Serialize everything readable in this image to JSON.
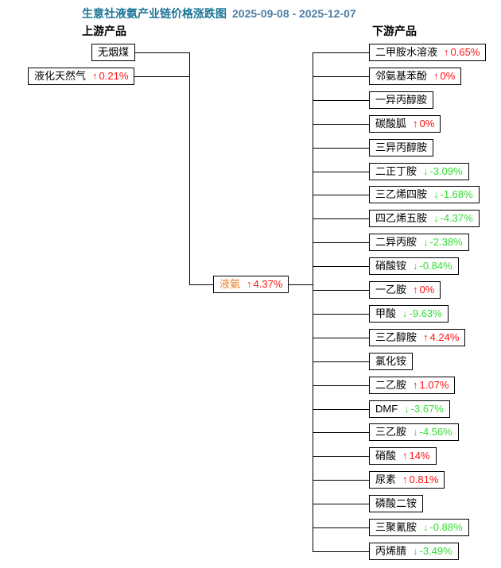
{
  "title": {
    "text": "生意社液氨产业链价格涨跌图",
    "dates": "2025-09-08 - 2025-12-07"
  },
  "headers": {
    "upstream": "上游产品",
    "downstream": "下游产品"
  },
  "colors": {
    "up": "#FF1111",
    "down": "#32DC32",
    "title": "#1E7596",
    "date": "#4E7FA6",
    "center_name": "#F08030"
  },
  "icons": {
    "up_arrow": "↑",
    "down_arrow": "↓"
  },
  "upstream": [
    {
      "name": "无烟煤",
      "dir": "none",
      "pct": ""
    },
    {
      "name": "液化天然气",
      "dir": "up",
      "pct": "0.21%"
    }
  ],
  "center": {
    "name": "液氨",
    "dir": "up",
    "pct": "4.37%"
  },
  "downstream": [
    {
      "name": "二甲胺水溶液",
      "dir": "up",
      "pct": "0.65%"
    },
    {
      "name": "邻氨基苯酚",
      "dir": "up",
      "pct": "0%"
    },
    {
      "name": "一异丙醇胺",
      "dir": "none",
      "pct": ""
    },
    {
      "name": "碳酸胍",
      "dir": "up",
      "pct": "0%"
    },
    {
      "name": "三异丙醇胺",
      "dir": "none",
      "pct": ""
    },
    {
      "name": "二正丁胺",
      "dir": "down",
      "pct": "-3.09%"
    },
    {
      "name": "三乙烯四胺",
      "dir": "down",
      "pct": "-1.68%"
    },
    {
      "name": "四乙烯五胺",
      "dir": "down",
      "pct": "-4.37%"
    },
    {
      "name": "二异丙胺",
      "dir": "down",
      "pct": "-2.38%"
    },
    {
      "name": "硝酸铵",
      "dir": "down",
      "pct": "-0.84%"
    },
    {
      "name": "一乙胺",
      "dir": "up",
      "pct": "0%"
    },
    {
      "name": "甲酸",
      "dir": "down",
      "pct": "-9.63%"
    },
    {
      "name": "三乙醇胺",
      "dir": "up",
      "pct": "4.24%"
    },
    {
      "name": "氯化铵",
      "dir": "none",
      "pct": ""
    },
    {
      "name": "二乙胺",
      "dir": "up",
      "pct": "1.07%"
    },
    {
      "name": "DMF",
      "dir": "down",
      "pct": "-3.67%"
    },
    {
      "name": "三乙胺",
      "dir": "down",
      "pct": "-4.56%"
    },
    {
      "name": "硝酸",
      "dir": "up",
      "pct": "14%"
    },
    {
      "name": "尿素",
      "dir": "up",
      "pct": "0.81%"
    },
    {
      "name": "磷酸二铵",
      "dir": "none",
      "pct": ""
    },
    {
      "name": "三聚氰胺",
      "dir": "down",
      "pct": "-0.88%"
    },
    {
      "name": "丙烯腈",
      "dir": "down",
      "pct": "-3.49%"
    }
  ]
}
